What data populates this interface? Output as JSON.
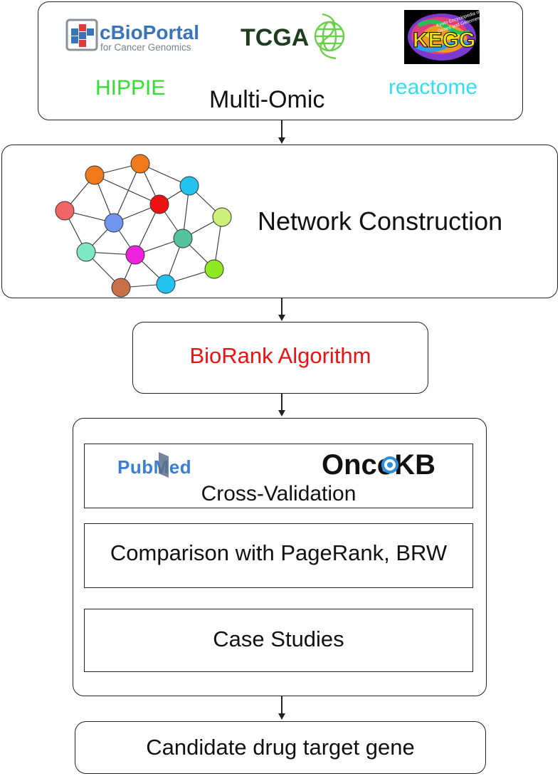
{
  "stage1": {
    "sources": {
      "cbioportal_name": "cBioPortal",
      "cbioportal_tagline": "for Cancer Genomics",
      "tcga": "TCGA",
      "kegg_letters": "KEGG",
      "kegg_tagline_1": "Kyoto Encyclopedia of",
      "kegg_tagline_2": "Genes and Genomes",
      "hippie": "HIPPIE",
      "reactome": "reactome"
    },
    "label": "Multi-Omic"
  },
  "stage2": {
    "label": "Network Construction"
  },
  "stage3": {
    "label": "BioRank Algorithm"
  },
  "stage4": {
    "validation": {
      "pubmed": "PubMed",
      "oncokb": "OncoKB",
      "label": "Cross-Validation"
    },
    "comparison": "Comparison with PageRank, BRW",
    "case_studies": "Case Studies"
  },
  "stage5": {
    "label": "Candidate drug target gene"
  },
  "colors": {
    "hippie": "#33dd33",
    "reactome": "#33ddee",
    "biorank": "#ee1111",
    "tcga": "#1f3d1f",
    "pubmed": "#3a7fd5",
    "cbioportal": "#3a73b8"
  },
  "network": {
    "nodes": [
      {
        "id": "n1",
        "color": "#f07a1a"
      },
      {
        "id": "n2",
        "color": "#f07a1a"
      },
      {
        "id": "n3",
        "color": "#f06666"
      },
      {
        "id": "n4",
        "color": "#6f95ee"
      },
      {
        "id": "n5",
        "color": "#ee1111"
      },
      {
        "id": "n6",
        "color": "#22c3ee"
      },
      {
        "id": "n7",
        "color": "#cdf07a"
      },
      {
        "id": "n8",
        "color": "#55c39b"
      },
      {
        "id": "n9",
        "color": "#7ee8c5"
      },
      {
        "id": "n10",
        "color": "#ee22dd"
      },
      {
        "id": "n11",
        "color": "#22c3ee"
      },
      {
        "id": "n12",
        "color": "#8ee822"
      },
      {
        "id": "n13",
        "color": "#c87048"
      }
    ]
  }
}
